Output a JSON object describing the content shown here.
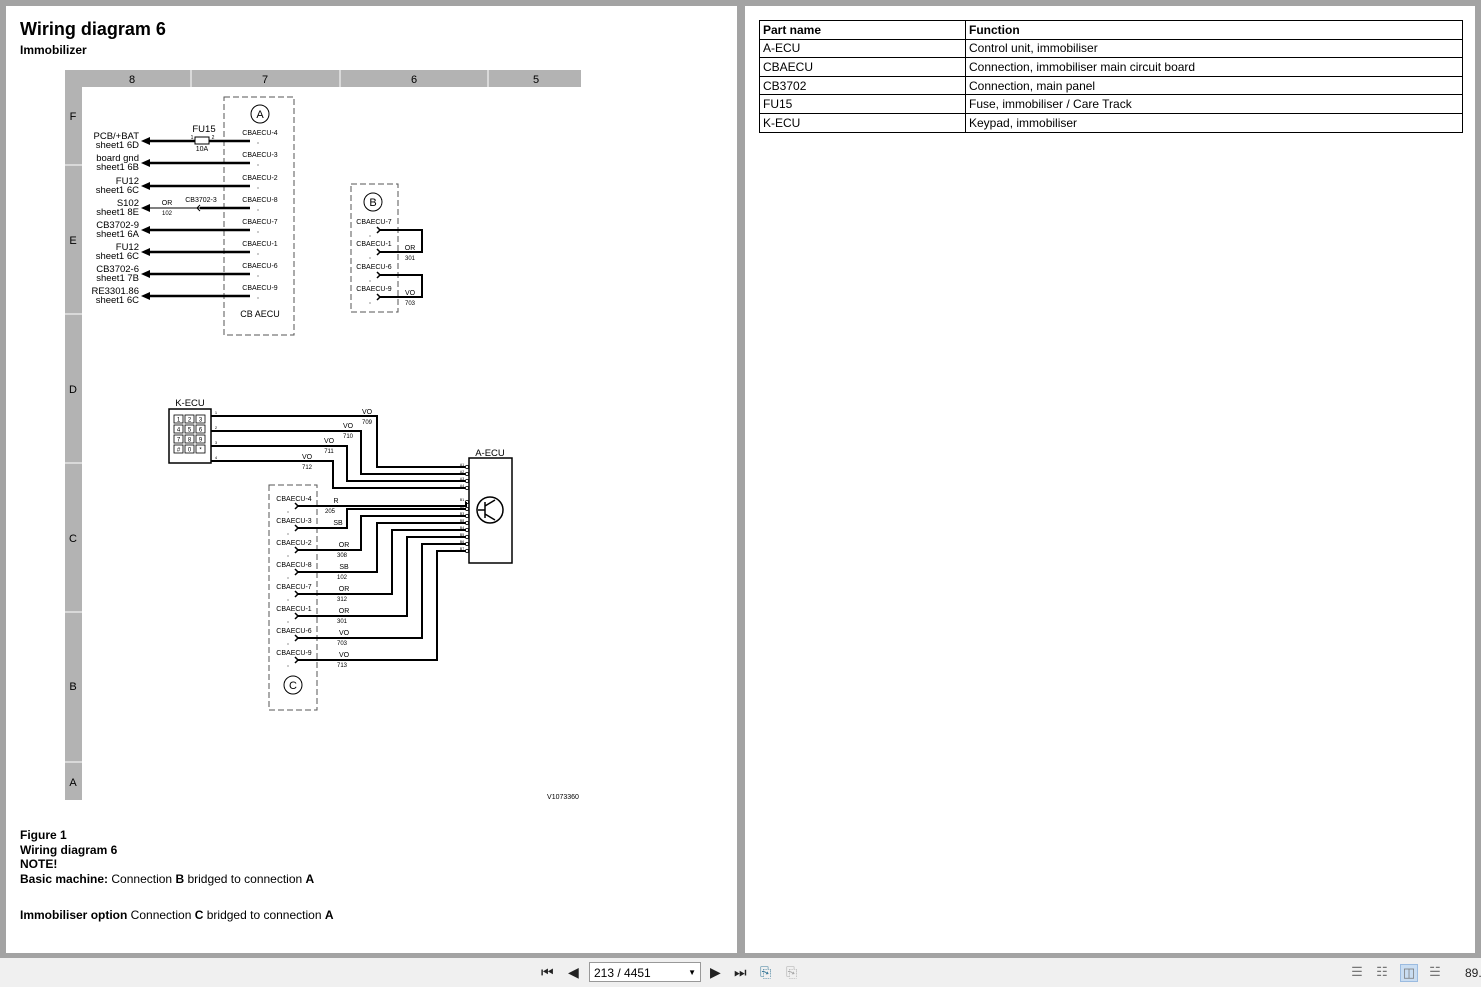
{
  "document": {
    "title": "Wiring diagram 6",
    "subtitle": "Immobilizer",
    "figure_code": "V1073360",
    "notes": {
      "figure": "Figure 1",
      "caption": "Wiring diagram 6",
      "note": "NOTE!",
      "basic_label": "Basic machine:",
      "basic_text_1": " Connection ",
      "basic_b": "B",
      "basic_text_2": " bridged to connection ",
      "basic_a": "A",
      "option_label": "Immobiliser option",
      "option_text_1": " Connection ",
      "option_c": "C",
      "option_text_2": " bridged to connection ",
      "option_a": "A"
    }
  },
  "diagram": {
    "columns": [
      "8",
      "7",
      "6",
      "5"
    ],
    "rows": [
      "F",
      "E",
      "D",
      "C",
      "B",
      "A"
    ],
    "connector_a": {
      "badge": "A",
      "name": "CB AECU",
      "pins": [
        "CBAECU-4",
        "CBAECU-3",
        "CBAECU-2",
        "CBAECU-8",
        "CBAECU-7",
        "CBAECU-1",
        "CBAECU-6",
        "CBAECU-9"
      ],
      "targets": [
        [
          "PCB/+BAT",
          "sheet1 6D"
        ],
        [
          "board gnd",
          "sheet1 6B"
        ],
        [
          "FU12",
          "sheet1 6C"
        ],
        [
          "S102",
          "sheet1 8E"
        ],
        [
          "CB3702-9",
          "sheet1 6A"
        ],
        [
          "FU12",
          "sheet1 6C"
        ],
        [
          "CB3702-6",
          "sheet1 7B"
        ],
        [
          "RE3301.86",
          "sheet1 6C"
        ]
      ],
      "fuse": {
        "name": "FU15",
        "rating": "10A",
        "pin1": "1",
        "pin2": "2"
      },
      "s102_wire": {
        "color": "OR",
        "number": "102",
        "connector": "CB3702-3"
      }
    },
    "connector_b": {
      "badge": "B",
      "pins": [
        "CBAECU-7",
        "CBAECU-1",
        "CBAECU-6",
        "CBAECU-9"
      ],
      "bridges": [
        {
          "color": "OR",
          "number": "301"
        },
        {
          "color": "VO",
          "number": "703"
        }
      ]
    },
    "kecu": {
      "name": "K-ECU",
      "keys": [
        "1",
        "2",
        "3",
        "4",
        "5",
        "6",
        "7",
        "8",
        "9",
        "#",
        "0",
        "*"
      ],
      "wires": [
        {
          "pin": "1",
          "color": "VO",
          "number": "709"
        },
        {
          "pin": "2",
          "color": "VO",
          "number": "710"
        },
        {
          "pin": "3",
          "color": "VO",
          "number": "711"
        },
        {
          "pin": "4",
          "color": "VO",
          "number": "712"
        }
      ]
    },
    "aecu": {
      "name": "A-ECU",
      "pins": [
        "A1",
        "A2",
        "A3",
        "A4",
        "B1",
        "B2",
        "B3",
        "B8",
        "B4",
        "B5",
        "B6",
        "B7"
      ]
    },
    "connector_c": {
      "badge": "C",
      "pins": [
        "CBAECU-4",
        "CBAECU-3",
        "CBAECU-2",
        "CBAECU-8",
        "CBAECU-7",
        "CBAECU-1",
        "CBAECU-6",
        "CBAECU-9"
      ],
      "wires": [
        {
          "color": "R",
          "number": "205"
        },
        {
          "color": "SB",
          "number": ""
        },
        {
          "color": "OR",
          "number": "308"
        },
        {
          "color": "SB",
          "number": "102"
        },
        {
          "color": "OR",
          "number": "312"
        },
        {
          "color": "OR",
          "number": "301"
        },
        {
          "color": "VO",
          "number": "703"
        },
        {
          "color": "VO",
          "number": "713"
        }
      ]
    }
  },
  "parts_table": {
    "headers": [
      "Part name",
      "Function"
    ],
    "rows": [
      [
        "A-ECU",
        "Control unit, immobiliser"
      ],
      [
        "CBAECU",
        "Connection, immobiliser main circuit board"
      ],
      [
        "CB3702",
        "Connection, main panel"
      ],
      [
        "FU15",
        "Fuse, immobiliser / Care Track"
      ],
      [
        "K-ECU",
        "Keypad, immobiliser"
      ]
    ]
  },
  "toolbar": {
    "page_display": "213 / 4451",
    "zoom": "89."
  }
}
